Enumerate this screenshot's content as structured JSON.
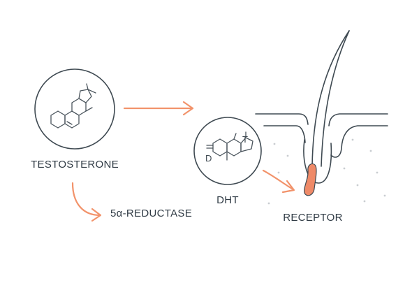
{
  "nodes": {
    "testosterone": {
      "label": "TESTOSTERONE"
    },
    "reductase": {
      "label": "5α-REDUCTASE"
    },
    "dht": {
      "label": "DHT",
      "structure_glyph": "D",
      "methyl_glyph": "T"
    },
    "receptor": {
      "label": "RECEPTOR"
    }
  },
  "colors": {
    "ink": "#3f4a52",
    "arrow": "#f2936b",
    "receptor": "#ef8a68",
    "dots": "#c9cdd1"
  }
}
